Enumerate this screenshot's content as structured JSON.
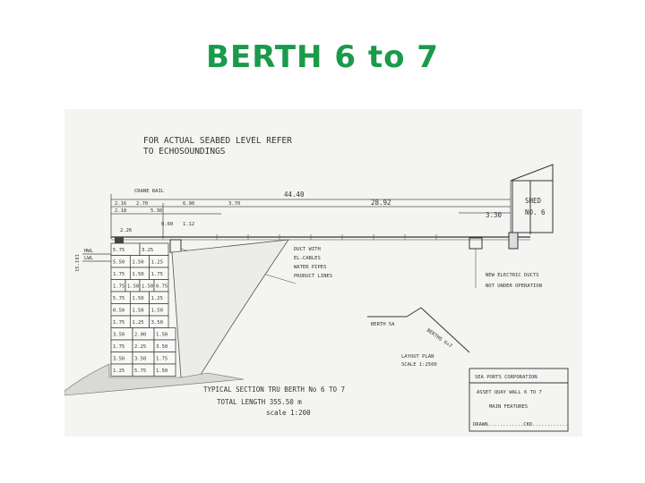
{
  "slide": {
    "title": "BERTH 6 to 7",
    "title_color": "#1a9a4a"
  },
  "drawing": {
    "note_line1": "FOR ACTUAL SEABED LEVEL REFER",
    "note_line2": "TO ECHOSOUNDINGS",
    "crane_rail": "CRANE RAIL",
    "dims": {
      "d4440": "44.40",
      "d2892": "28.92",
      "d330": "3.30",
      "d216": "2.16",
      "d218": "2.18",
      "d270": "2.70",
      "d530": "5.30",
      "d690": "6.90",
      "d370": "3.70",
      "d060": "0.60",
      "d112": "1.12",
      "d226": "2.26",
      "d15191": "15.191"
    },
    "levels": {
      "hwl": "HWL",
      "lwl": "LWL"
    },
    "shed": {
      "line1": "SHED",
      "line2": "NO. 6"
    },
    "duct_note": [
      "DUCT WITH",
      "EL.CABLES",
      "WATER PIPES",
      "PRODUCT LINES"
    ],
    "electric_note": [
      "NEW ELECTRIC DUCTS",
      "NOT UNDER OPERATION"
    ],
    "layout": {
      "berth_5a": "BERTH 5A",
      "berths_67": "BERTHS 6+7",
      "plan_label": "LAYOUT PLAN",
      "plan_scale": "SCALE 1:2500"
    },
    "block_labels": [
      [
        "5.75",
        "3.25"
      ],
      [
        "5.50",
        "1.50",
        "1.25"
      ],
      [
        "1.75",
        "1.50",
        "1.75"
      ],
      [
        "1.75",
        "1.50",
        "1.50",
        "0.75"
      ],
      [
        "5.75",
        "1.50",
        "1.25"
      ],
      [
        "0.50",
        "1.50",
        "1.50"
      ],
      [
        "1.75",
        "1.25",
        "3.50"
      ],
      [
        "3.50",
        "2.00",
        "1.50"
      ],
      [
        "1.75",
        "2.25",
        "3.50"
      ],
      [
        "3.50",
        "3.50",
        "1.75"
      ],
      [
        "1.25",
        "5.75",
        "1.50"
      ]
    ],
    "section": {
      "line1": "TYPICAL SECTION TRU BERTH No 6 TO 7",
      "line2": "TOTAL LENGTH 355.50 m",
      "line3": "scale 1:200"
    },
    "title_block": {
      "org": "SEA PORTS CORPORATION",
      "asset": "ASSET QUAY WALL 6 TO 7",
      "subtitle": "MAIN FEATURES",
      "drawn": "DRAWN............CKD............"
    }
  }
}
